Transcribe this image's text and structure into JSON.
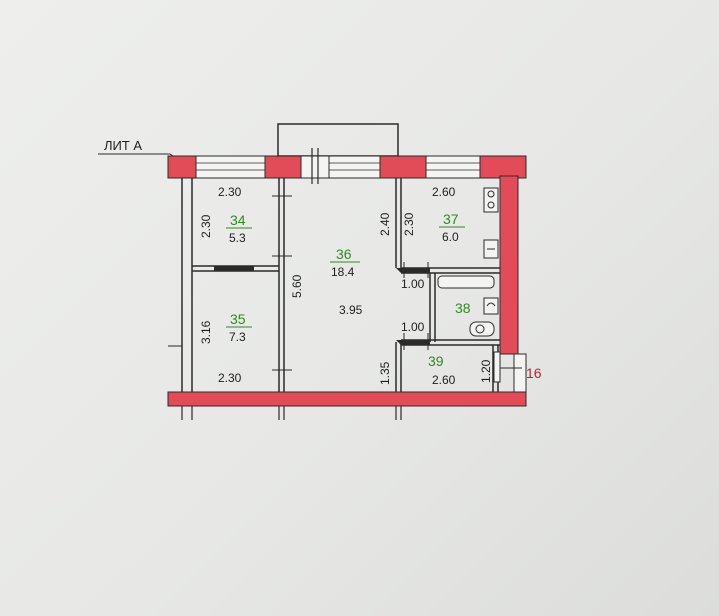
{
  "plan": {
    "label": "ЛИТ А",
    "colors": {
      "wall": "#e34b58",
      "line": "#2a2a2a",
      "room_number": "#2f8a22",
      "exit_mark": "#c0222c"
    },
    "rooms": [
      {
        "number": "34",
        "area": "5.3",
        "width": "2.30",
        "height": "2.30"
      },
      {
        "number": "35",
        "area": "7.3",
        "width": "2.30",
        "height": "3.16"
      },
      {
        "number": "36",
        "area": "18.4",
        "width": "3.95",
        "height": "5.60",
        "extra_dim": "2.40"
      },
      {
        "number": "37",
        "area": "6.0",
        "width": "2.60",
        "height": "2.30",
        "door_dim": "1.00"
      },
      {
        "number": "38",
        "door_dim": "1.00"
      },
      {
        "number": "39",
        "width": "2.60",
        "height": "1.35"
      },
      {
        "number": "16",
        "dim": "1.20"
      }
    ]
  }
}
